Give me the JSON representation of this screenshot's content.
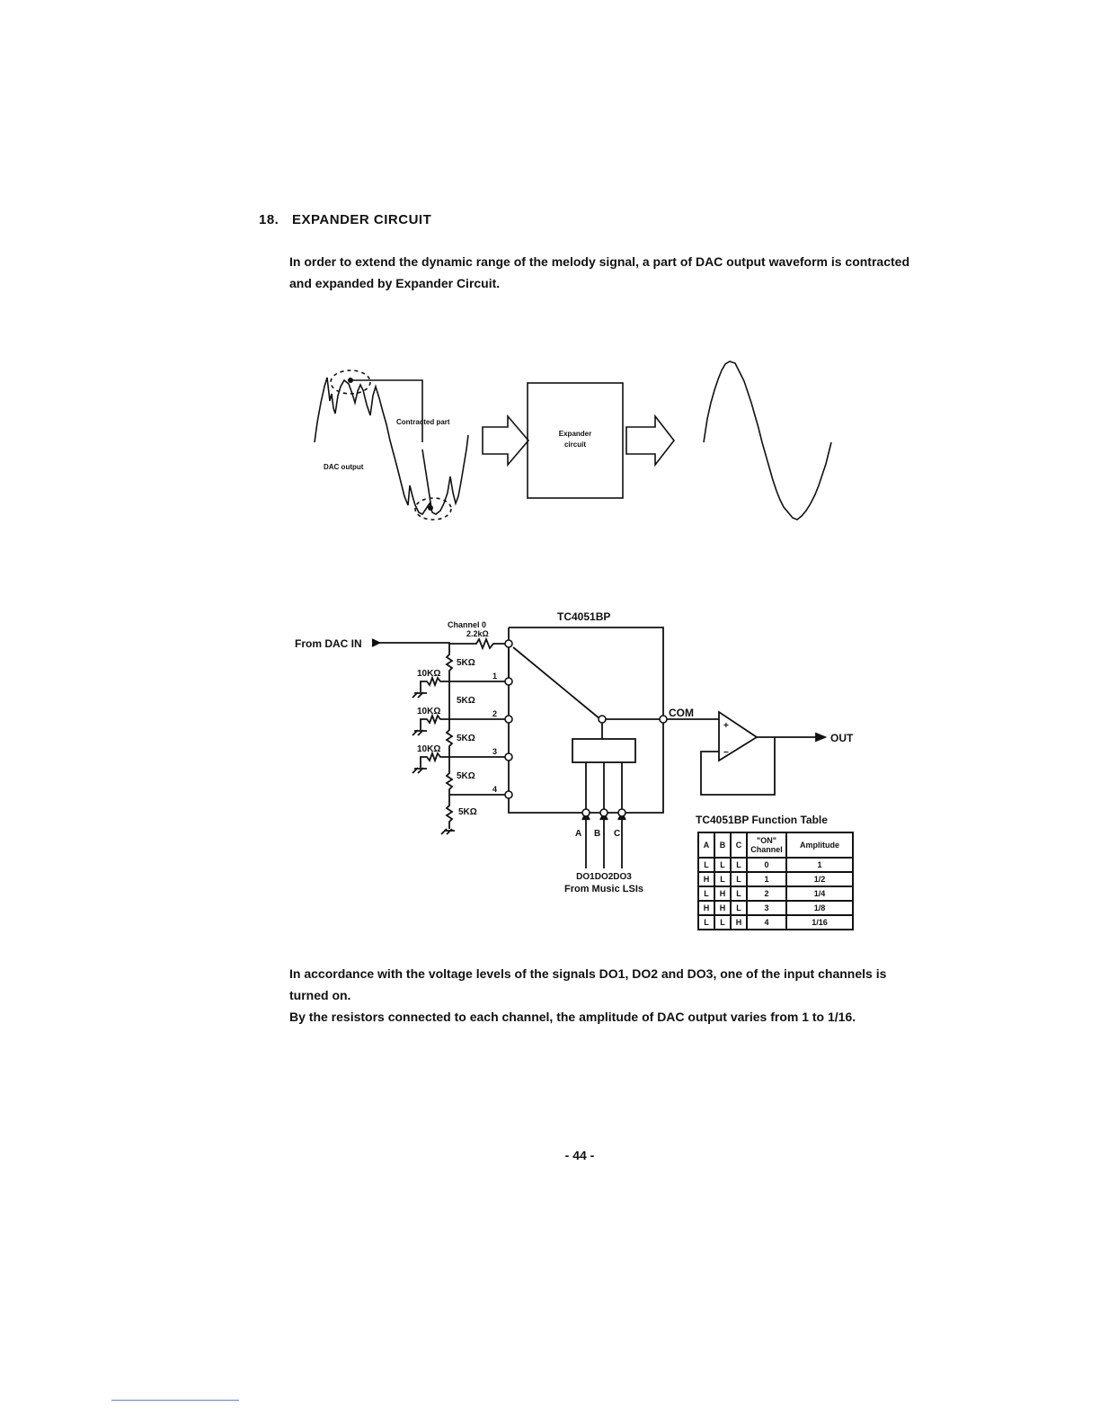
{
  "heading": {
    "number": "18.",
    "title": "EXPANDER CIRCUIT"
  },
  "intro": "In order to extend the dynamic range of the melody signal, a part of DAC output waveform is contracted and expanded by Expander Circuit.",
  "figure1": {
    "dac_output": "DAC output",
    "contracted_part": "Contracted part",
    "expander_line1": "Expander",
    "expander_line2": "circuit"
  },
  "figure2": {
    "from_dac_in": "From DAC IN",
    "channel0": "Channel 0",
    "r_2k2": "2.2kΩ",
    "chip": "TC4051BP",
    "r_5k": "5KΩ",
    "r_10k": "10KΩ",
    "ch1": "1",
    "ch2": "2",
    "ch3": "3",
    "ch4": "4",
    "com": "COM",
    "out": "OUT",
    "plus": "+",
    "minus": "−",
    "a": "A",
    "b": "B",
    "c": "C",
    "do_signals": "DO1DO2DO3",
    "from_lsis": "From Music LSIs"
  },
  "function_table": {
    "title": "TC4051BP Function Table",
    "headers": [
      "A",
      "B",
      "C",
      "\"ON\"",
      "Channel",
      "Amplitude"
    ],
    "rows": [
      [
        "L",
        "L",
        "L",
        "0",
        "1"
      ],
      [
        "H",
        "L",
        "L",
        "1",
        "1/2"
      ],
      [
        "L",
        "H",
        "L",
        "2",
        "1/4"
      ],
      [
        "H",
        "H",
        "L",
        "3",
        "1/8"
      ],
      [
        "L",
        "L",
        "H",
        "4",
        "1/16"
      ]
    ]
  },
  "after": {
    "p1": "In accordance with the voltage levels of the signals DO1, DO2 and DO3, one of the input channels is turned on.",
    "p2": "By the resistors connected to each channel, the amplitude of DAC output varies from 1 to 1/16."
  },
  "page_number": "- 44 -"
}
